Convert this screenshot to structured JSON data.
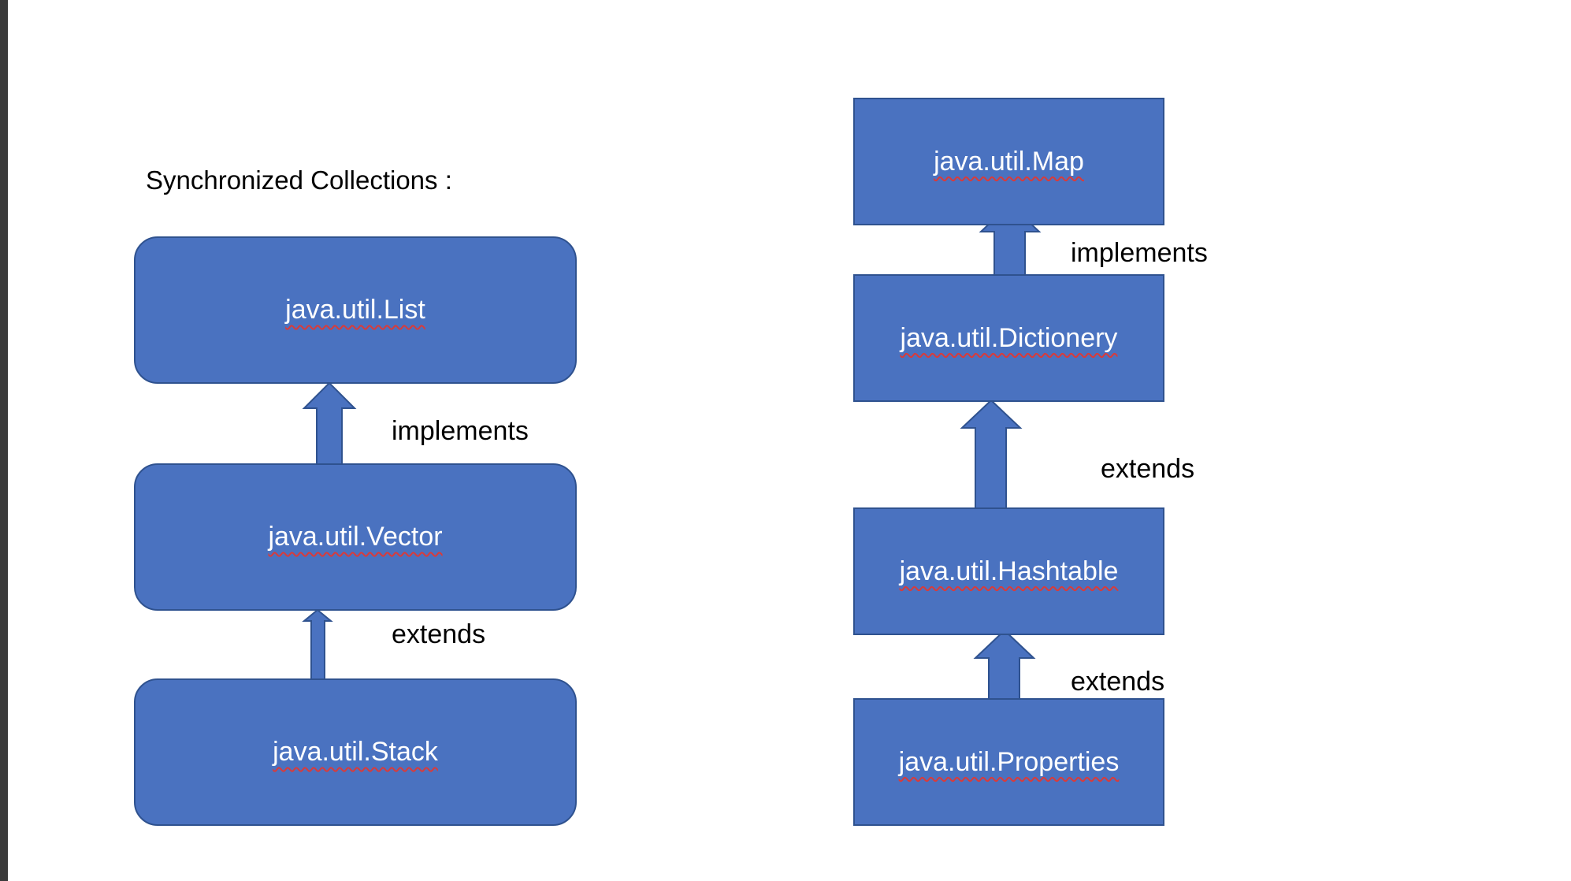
{
  "title": "Synchronized Collections :",
  "colors": {
    "box_fill": "#4a72c0",
    "box_border": "#2f528f",
    "box_text": "#ffffff",
    "spellcheck_underline": "#d83b3b"
  },
  "left_hierarchy": {
    "nodes": {
      "list": "java.util.List",
      "vector": "java.util.Vector",
      "stack": "java.util.Stack"
    },
    "relations": {
      "vector_to_list": "implements",
      "stack_to_vector": "extends"
    }
  },
  "right_hierarchy": {
    "nodes": {
      "map": "java.util.Map",
      "dictionery": "java.util.Dictionery",
      "hashtable": "java.util.Hashtable",
      "properties": "java.util.Properties"
    },
    "relations": {
      "dictionery_to_map": "implements",
      "hashtable_to_dictionery": "extends",
      "properties_to_hashtable": "extends"
    }
  }
}
